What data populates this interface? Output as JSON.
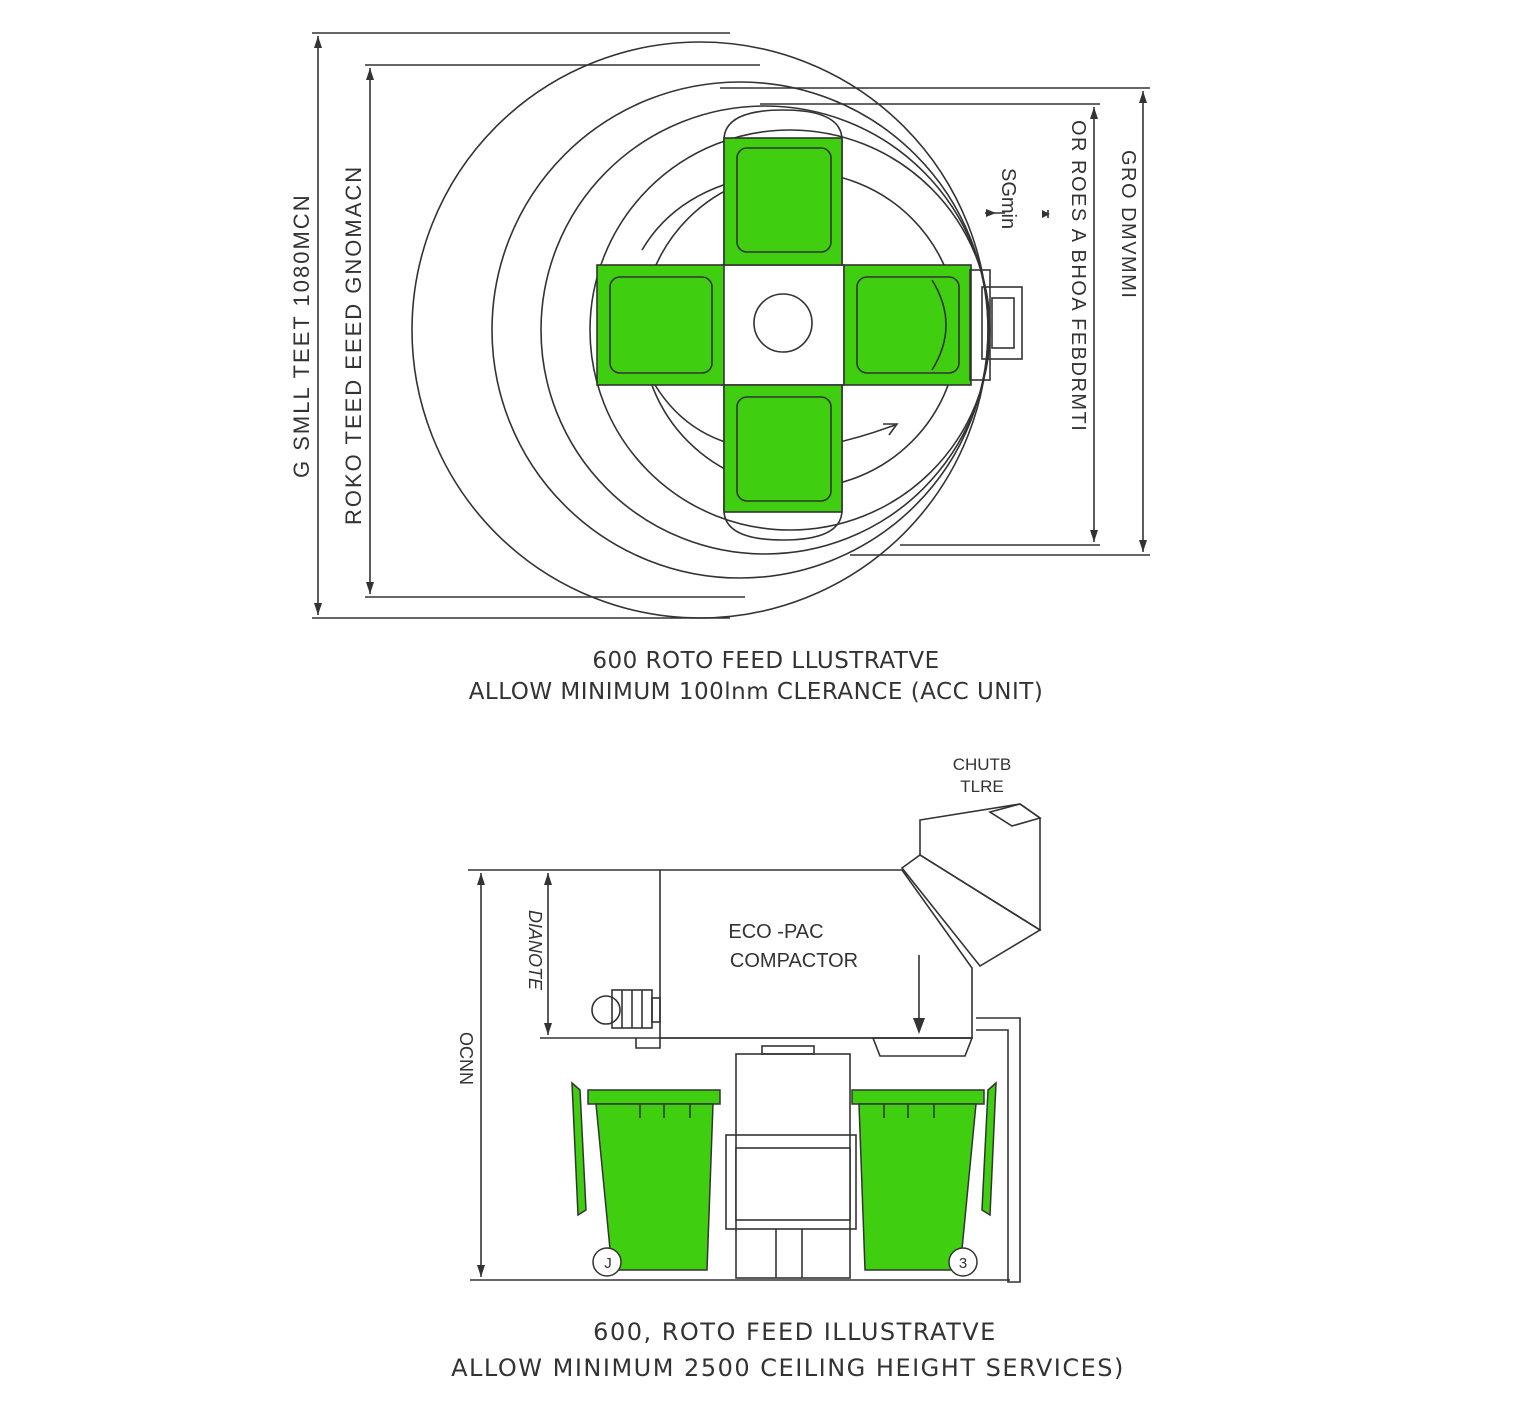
{
  "colors": {
    "bin_green": "#3fcf10",
    "bin_green_light": "#5fdc30",
    "line": "#333333",
    "background": "#ffffff"
  },
  "plan_view": {
    "dimension_labels": {
      "outer_left": "G SMLL TEET 1080MCN",
      "inner_left": "ROKO TEED EEED GNOMACN",
      "gap_label": "SGmin",
      "right_inner": "OR ROES A BHOA FEBDRMTI",
      "right_outer": "GRO DMVMMI"
    },
    "caption_line1": "600 ROTO FEED LLUSTRATVE",
    "caption_line2": "ALLOW MINIMUM 100lnm CLERANCE (ACC UNIT)"
  },
  "elevation_view": {
    "chute_label_line1": "CHUTB",
    "chute_label_line2": "TLRE",
    "compactor_label_line1": "ECO -PAC",
    "compactor_label_line2": "COMPACTOR",
    "left_inner_dim": "DIANOTE",
    "left_outer_dim": "OCNN",
    "wheel_left": "J",
    "wheel_right": "3",
    "caption_line1": "600, ROTO FEED ILLUSTRATVE",
    "caption_line2": "ALLOW MINIMUM 2500 CEILING HEIGHT SERVICES)"
  }
}
